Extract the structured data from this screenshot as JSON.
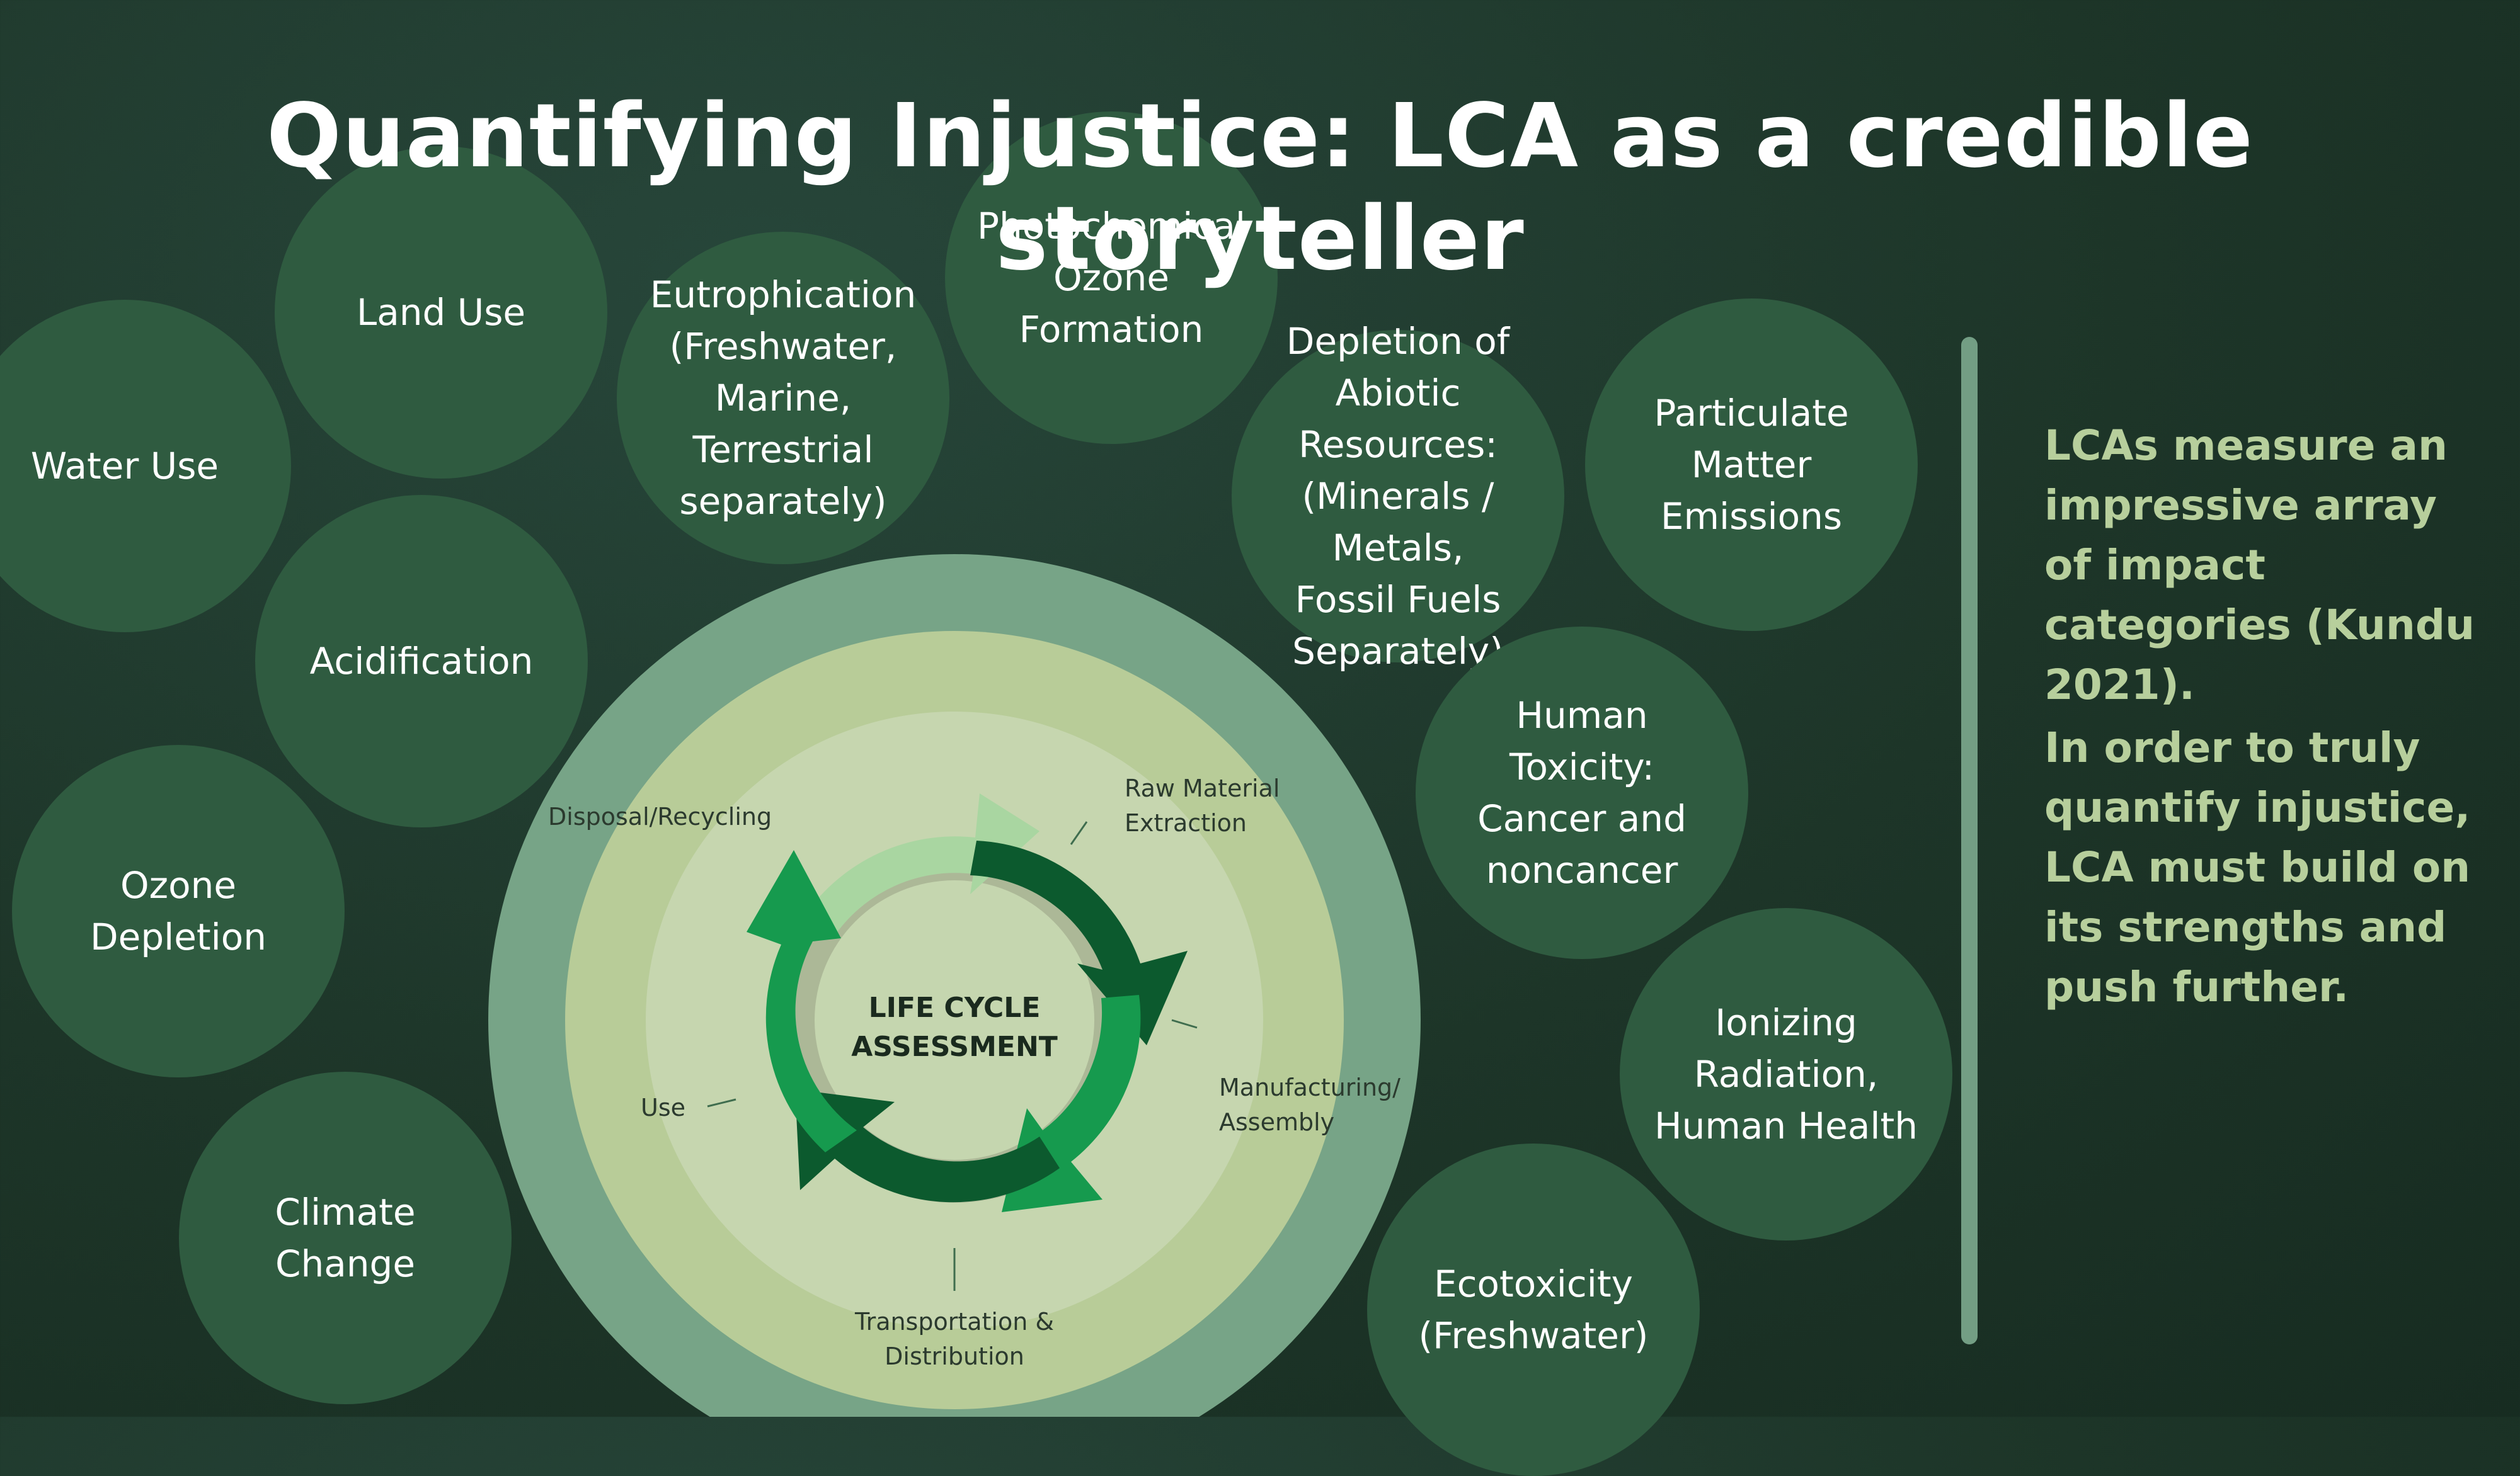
{
  "slide": {
    "title": "Quantifying Injustice: LCA as a credible storyteller",
    "impact_categories": [
      "Land Use",
      "Water Use",
      "Eutrophication\n(Freshwater,\nMarine, Terrestrial\nseparately)",
      "Photochemical\nOzone\nFormation",
      "Depletion of\nAbiotic Resources:\n(Minerals / Metals,\nFossil Fuels\nSeparately)",
      "Particulate\nMatter\nEmissions",
      "Acidification",
      "Human\nToxicity:\nCancer and\nnoncancer",
      "Ozone\nDepletion",
      "Ionizing\nRadiation,\nHuman Health",
      "Climate\nChange",
      "Ecotoxicity\n(Freshwater)"
    ],
    "lca_diagram": {
      "center_line1": "LIFE CYCLE",
      "center_line2": "ASSESSMENT",
      "stages": {
        "raw_material_line1": "Raw Material",
        "raw_material_line2": "Extraction",
        "manufacturing_line1": "Manufacturing/",
        "manufacturing_line2": "Assembly",
        "transportation_line1": "Transportation &",
        "transportation_line2": "Distribution",
        "use": "Use",
        "disposal": "Disposal/Recycling"
      }
    },
    "side_text": {
      "paragraph1": "LCAs measure an impressive array of impact categories (Kundu 2021).",
      "paragraph2": "In order to truly quantify injustice, LCA must build on its strengths and push further."
    },
    "colors": {
      "background": "#1f3a2b",
      "bubble": "#2f5b40",
      "ring_outer": "#77a487",
      "ring_2": "#b8cc98",
      "ring_3": "#c6d6af",
      "ring_4": "#acb897",
      "arrow_dark": "#0c5a2e",
      "arrow_mid": "#169a4e",
      "arrow_light": "#a9d6a1",
      "side_text": "#b7cf9c"
    }
  }
}
